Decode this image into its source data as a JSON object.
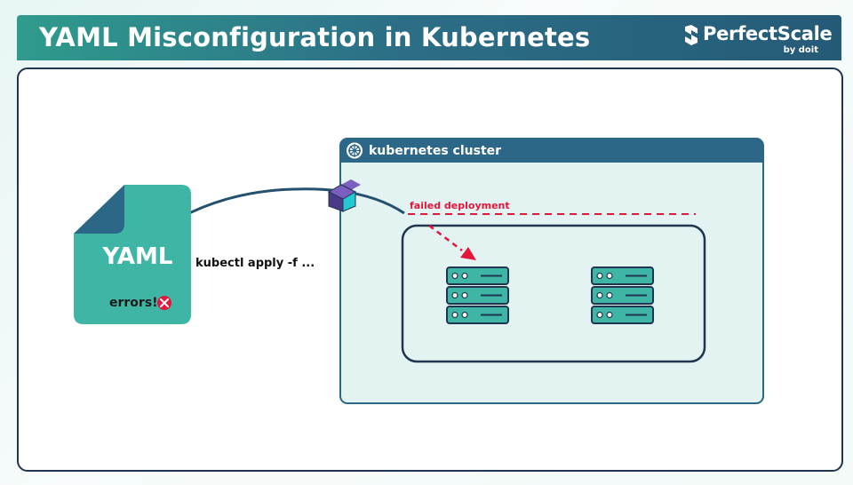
{
  "header": {
    "title": "YAML Misconfiguration in Kubernetes",
    "brand_name": "PerfectScale",
    "brand_sub": "by doit"
  },
  "diagram": {
    "yaml_file": {
      "label": "YAML",
      "status": "errors!"
    },
    "command": "kubectl apply -f ...",
    "cluster": {
      "label": "kubernetes cluster"
    },
    "failed_label": "failed deployment",
    "server_stacks": 2,
    "servers_per_stack": 3
  },
  "colors": {
    "header_start": "#2f9b8d",
    "header_end": "#255a77",
    "file_body": "#3fb6a5",
    "file_fold": "#2c6787",
    "cluster_header": "#2c6787",
    "cluster_bg": "#e3f3f1",
    "server": "#3fb6a5",
    "error_red": "#e3163c",
    "outline": "#1f3550"
  }
}
